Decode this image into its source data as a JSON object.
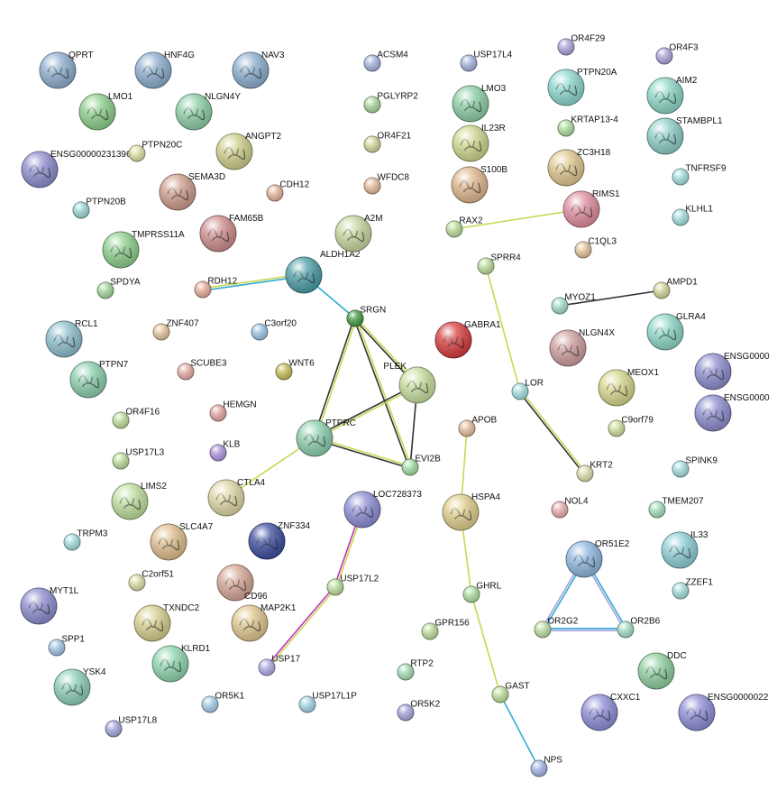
{
  "network": {
    "nodes": [
      {
        "id": "QPRT",
        "label": "QPRT",
        "color": "#8fb0d0",
        "size": "large",
        "structure": true
      },
      {
        "id": "HNF4G",
        "label": "HNF4G",
        "color": "#8fb0d0",
        "size": "large",
        "structure": true
      },
      {
        "id": "NAV3",
        "label": "NAV3",
        "color": "#8fb0d0",
        "size": "large",
        "structure": true
      },
      {
        "id": "LMO1",
        "label": "LMO1",
        "color": "#8fd08f",
        "size": "large",
        "structure": true
      },
      {
        "id": "NLGN4Y",
        "label": "NLGN4Y",
        "color": "#8fd0a8",
        "size": "large",
        "structure": true
      },
      {
        "id": "ENSG00000231396",
        "label": "ENSG00000231396",
        "color": "#8f8fd0",
        "size": "large",
        "structure": true
      },
      {
        "id": "PTPN20C",
        "label": "PTPN20C",
        "color": "#e0e0a8",
        "size": "small",
        "structure": false
      },
      {
        "id": "ANGPT2",
        "label": "ANGPT2",
        "color": "#d0d08f",
        "size": "large",
        "structure": true
      },
      {
        "id": "SEMA3D",
        "label": "SEMA3D",
        "color": "#d09f8f",
        "size": "large",
        "structure": true
      },
      {
        "id": "CDH12",
        "label": "CDH12",
        "color": "#e8b8a0",
        "size": "small",
        "structure": false
      },
      {
        "id": "PTPN20B",
        "label": "PTPN20B",
        "color": "#a0d8d8",
        "size": "small",
        "structure": false
      },
      {
        "id": "FAM65B",
        "label": "FAM65B",
        "color": "#d08f8f",
        "size": "large",
        "structure": true
      },
      {
        "id": "TMPRSS11A",
        "label": "TMPRSS11A",
        "color": "#8fd08f",
        "size": "large",
        "structure": true
      },
      {
        "id": "SPDYA",
        "label": "SPDYA",
        "color": "#a8d8a0",
        "size": "small",
        "structure": false
      },
      {
        "id": "RDH12",
        "label": "RDH12",
        "color": "#e8b0a0",
        "size": "small",
        "structure": false
      },
      {
        "id": "ALDH1A2",
        "label": "ALDH1A2",
        "color": "#4f9fa8",
        "size": "large",
        "structure": true
      },
      {
        "id": "A2M",
        "label": "A2M",
        "color": "#c8d8a0",
        "size": "large",
        "structure": true
      },
      {
        "id": "ACSM4",
        "label": "ACSM4",
        "color": "#a8b8e0",
        "size": "small",
        "structure": false
      },
      {
        "id": "PGLYRP2",
        "label": "PGLYRP2",
        "color": "#b0d8a0",
        "size": "small",
        "structure": false
      },
      {
        "id": "OR4F21",
        "label": "OR4F21",
        "color": "#d8d8a0",
        "size": "small",
        "structure": false
      },
      {
        "id": "WFDC8",
        "label": "WFDC8",
        "color": "#e8c0a0",
        "size": "small",
        "structure": false
      },
      {
        "id": "USP17L4",
        "label": "USP17L4",
        "color": "#a8b8e0",
        "size": "small",
        "structure": false
      },
      {
        "id": "LMO3",
        "label": "LMO3",
        "color": "#8fd0a8",
        "size": "large",
        "structure": true
      },
      {
        "id": "IL23R",
        "label": "IL23R",
        "color": "#d0d88f",
        "size": "large",
        "structure": true
      },
      {
        "id": "S100B",
        "label": "S100B",
        "color": "#e0b890",
        "size": "large",
        "structure": true
      },
      {
        "id": "RAX2",
        "label": "RAX2",
        "color": "#c0e0a0",
        "size": "small",
        "structure": false
      },
      {
        "id": "OR4F29",
        "label": "OR4F29",
        "color": "#b0a8e0",
        "size": "small",
        "structure": false
      },
      {
        "id": "OR4F3",
        "label": "OR4F3",
        "color": "#b0a8e0",
        "size": "small",
        "structure": false
      },
      {
        "id": "PTPN20A",
        "label": "PTPN20A",
        "color": "#90d8d0",
        "size": "large",
        "structure": true
      },
      {
        "id": "AIM2",
        "label": "AIM2",
        "color": "#90d8c8",
        "size": "large",
        "structure": true
      },
      {
        "id": "KRTAP13-4",
        "label": "KRTAP13-4",
        "color": "#b0e0a0",
        "size": "small",
        "structure": false
      },
      {
        "id": "STAMBPL1",
        "label": "STAMBPL1",
        "color": "#90d0c8",
        "size": "large",
        "structure": true
      },
      {
        "id": "ZC3H18",
        "label": "ZC3H18",
        "color": "#e0c890",
        "size": "large",
        "structure": true
      },
      {
        "id": "RIMS1",
        "label": "RIMS1",
        "color": "#e090a0",
        "size": "large",
        "structure": true
      },
      {
        "id": "TNFRSF9",
        "label": "TNFRSF9",
        "color": "#a8e0e0",
        "size": "small",
        "structure": false
      },
      {
        "id": "KLHL1",
        "label": "KLHL1",
        "color": "#a8e0e0",
        "size": "small",
        "structure": false
      },
      {
        "id": "C1QL3",
        "label": "C1QL3",
        "color": "#e8c8a0",
        "size": "small",
        "structure": false
      },
      {
        "id": "SPRR4",
        "label": "SPRR4",
        "color": "#c0e0a0",
        "size": "small",
        "structure": false
      },
      {
        "id": "SRGN",
        "label": "SRGN",
        "color": "#4a9f4a",
        "size": "small",
        "structure": false
      },
      {
        "id": "GABRA1",
        "label": "GABRA1",
        "color": "#d84040",
        "size": "large",
        "structure": true
      },
      {
        "id": "PLEK",
        "label": "PLEK",
        "color": "#c8e0a0",
        "size": "large",
        "structure": true
      },
      {
        "id": "RCL1",
        "label": "RCL1",
        "color": "#8fc0d0",
        "size": "large",
        "structure": true
      },
      {
        "id": "ZNF407",
        "label": "ZNF407",
        "color": "#e8c8a0",
        "size": "small",
        "structure": false
      },
      {
        "id": "C3orf20",
        "label": "C3orf20",
        "color": "#a0c8e8",
        "size": "small",
        "structure": false
      },
      {
        "id": "PTPN7",
        "label": "PTPN7",
        "color": "#8fd0b0",
        "size": "large",
        "structure": true
      },
      {
        "id": "SCUBE3",
        "label": "SCUBE3",
        "color": "#e8b0a8",
        "size": "small",
        "structure": false
      },
      {
        "id": "WNT6",
        "label": "WNT6",
        "color": "#c8c060",
        "size": "small",
        "structure": false
      },
      {
        "id": "MYOZ1",
        "label": "MYOZ1",
        "color": "#a8e0c8",
        "size": "small",
        "structure": false
      },
      {
        "id": "AMPD1",
        "label": "AMPD1",
        "color": "#d8d8a0",
        "size": "small",
        "structure": false
      },
      {
        "id": "NLGN4X",
        "label": "NLGN4X",
        "color": "#d09f9f",
        "size": "large",
        "structure": true
      },
      {
        "id": "GLRA4",
        "label": "GLRA4",
        "color": "#90d8c8",
        "size": "large",
        "structure": true
      },
      {
        "id": "ENSG0000A",
        "label": "ENSG0000",
        "color": "#8f8fd0",
        "size": "large",
        "structure": true
      },
      {
        "id": "ENSG0000B",
        "label": "ENSG0000",
        "color": "#8f8fd0",
        "size": "large",
        "structure": true
      },
      {
        "id": "LOR",
        "label": "LOR",
        "color": "#a8e0e0",
        "size": "small",
        "structure": false
      },
      {
        "id": "MEOX1",
        "label": "MEOX1",
        "color": "#d8d890",
        "size": "large",
        "structure": true
      },
      {
        "id": "C9orf79",
        "label": "C9orf79",
        "color": "#d0e0a0",
        "size": "small",
        "structure": false
      },
      {
        "id": "OR4F16",
        "label": "OR4F16",
        "color": "#c0e0a0",
        "size": "small",
        "structure": false
      },
      {
        "id": "HEMGN",
        "label": "HEMGN",
        "color": "#e8a8a8",
        "size": "small",
        "structure": false
      },
      {
        "id": "PTPRC",
        "label": "PTPRC",
        "color": "#8fd0b0",
        "size": "large",
        "structure": true
      },
      {
        "id": "APOB",
        "label": "APOB",
        "color": "#e8c0a0",
        "size": "small",
        "structure": false
      },
      {
        "id": "KLB",
        "label": "KLB",
        "color": "#b098e0",
        "size": "small",
        "structure": false
      },
      {
        "id": "USP17L3",
        "label": "USP17L3",
        "color": "#c0e0a0",
        "size": "small",
        "structure": false
      },
      {
        "id": "EVI2B",
        "label": "EVI2B",
        "color": "#a8e0a8",
        "size": "small",
        "structure": false
      },
      {
        "id": "KRT2",
        "label": "KRT2",
        "color": "#e0e0b0",
        "size": "small",
        "structure": false
      },
      {
        "id": "SPINK9",
        "label": "SPINK9",
        "color": "#a8e0e0",
        "size": "small",
        "structure": false
      },
      {
        "id": "LIMS2",
        "label": "LIMS2",
        "color": "#c0e0a0",
        "size": "large",
        "structure": true
      },
      {
        "id": "CTLA4",
        "label": "CTLA4",
        "color": "#e0d8a8",
        "size": "large",
        "structure": true
      },
      {
        "id": "LOC728373",
        "label": "LOC728373",
        "color": "#9090d8",
        "size": "large",
        "structure": true
      },
      {
        "id": "HSPA4",
        "label": "HSPA4",
        "color": "#e0d090",
        "size": "large",
        "structure": true
      },
      {
        "id": "NOL4",
        "label": "NOL4",
        "color": "#e8b0b0",
        "size": "small",
        "structure": false
      },
      {
        "id": "TMEM207",
        "label": "TMEM207",
        "color": "#a8e0c0",
        "size": "small",
        "structure": false
      },
      {
        "id": "TRPM3",
        "label": "TRPM3",
        "color": "#a8e0e0",
        "size": "small",
        "structure": false
      },
      {
        "id": "SLC4A7",
        "label": "SLC4A7",
        "color": "#e0c090",
        "size": "large",
        "structure": true
      },
      {
        "id": "ZNF334",
        "label": "ZNF334",
        "color": "#4050a0",
        "size": "large",
        "structure": true
      },
      {
        "id": "OR51E2",
        "label": "OR51E2",
        "color": "#90b8e0",
        "size": "large",
        "structure": true
      },
      {
        "id": "IL33",
        "label": "IL33",
        "color": "#90d0d8",
        "size": "large",
        "structure": true
      },
      {
        "id": "C2orf51",
        "label": "C2orf51",
        "color": "#e0e0a8",
        "size": "small",
        "structure": false
      },
      {
        "id": "CD96",
        "label": "CD96",
        "color": "#d8a898",
        "size": "large",
        "structure": true
      },
      {
        "id": "USP17L2",
        "label": "USP17L2",
        "color": "#c0e0a0",
        "size": "small",
        "structure": false
      },
      {
        "id": "ZZEF1",
        "label": "ZZEF1",
        "color": "#a8e0e0",
        "size": "small",
        "structure": false
      },
      {
        "id": "MYT1L",
        "label": "MYT1L",
        "color": "#8f8fd0",
        "size": "large",
        "structure": true
      },
      {
        "id": "GHRL",
        "label": "GHRL",
        "color": "#b0e0a0",
        "size": "small",
        "structure": false
      },
      {
        "id": "TXNDC2",
        "label": "TXNDC2",
        "color": "#d8d090",
        "size": "large",
        "structure": true
      },
      {
        "id": "MAP2K1",
        "label": "MAP2K1",
        "color": "#e0c890",
        "size": "large",
        "structure": true
      },
      {
        "id": "OR2G2",
        "label": "OR2G2",
        "color": "#c0e0a8",
        "size": "small",
        "structure": false
      },
      {
        "id": "OR2B6",
        "label": "OR2B6",
        "color": "#a8e0c8",
        "size": "small",
        "structure": false
      },
      {
        "id": "GPR156",
        "label": "GPR156",
        "color": "#c0e0a0",
        "size": "small",
        "structure": false
      },
      {
        "id": "SPP1",
        "label": "SPP1",
        "color": "#a8c8e8",
        "size": "small",
        "structure": false
      },
      {
        "id": "KLRD1",
        "label": "KLRD1",
        "color": "#90d8b0",
        "size": "large",
        "structure": true
      },
      {
        "id": "USP17",
        "label": "USP17",
        "color": "#b0b0e8",
        "size": "small",
        "structure": false
      },
      {
        "id": "DDC",
        "label": "DDC",
        "color": "#90d0a0",
        "size": "large",
        "structure": true
      },
      {
        "id": "RTP2",
        "label": "RTP2",
        "color": "#a8e0b8",
        "size": "small",
        "structure": false
      },
      {
        "id": "YSK4",
        "label": "YSK4",
        "color": "#8fd0b8",
        "size": "large",
        "structure": true
      },
      {
        "id": "OR5K1",
        "label": "OR5K1",
        "color": "#a8d0e8",
        "size": "small",
        "structure": false
      },
      {
        "id": "USP17L1P",
        "label": "USP17L1P",
        "color": "#a8d8e8",
        "size": "small",
        "structure": false
      },
      {
        "id": "GAST",
        "label": "GAST",
        "color": "#c0e0a0",
        "size": "small",
        "structure": false
      },
      {
        "id": "CXXC1",
        "label": "CXXC1",
        "color": "#9090d8",
        "size": "large",
        "structure": true
      },
      {
        "id": "ENSG0000022",
        "label": "ENSG0000022",
        "color": "#9090d8",
        "size": "large",
        "structure": true
      },
      {
        "id": "OR5K2",
        "label": "OR5K2",
        "color": "#a8a8e0",
        "size": "small",
        "structure": false
      },
      {
        "id": "USP17L8",
        "label": "USP17L8",
        "color": "#a8a8e0",
        "size": "small",
        "structure": false
      },
      {
        "id": "NPS",
        "label": "NPS",
        "color": "#a8b8e8",
        "size": "small",
        "structure": false
      }
    ],
    "edges": [
      {
        "source": "RDH12",
        "target": "ALDH1A2",
        "colors": [
          "#c8d850",
          "#30a8d0"
        ]
      },
      {
        "source": "ALDH1A2",
        "target": "SRGN",
        "colors": [
          "#30a8d0"
        ]
      },
      {
        "source": "SRGN",
        "target": "PLEK",
        "colors": [
          "#c8d850",
          "#333333"
        ]
      },
      {
        "source": "SRGN",
        "target": "PTPRC",
        "colors": [
          "#c8d850",
          "#333333"
        ]
      },
      {
        "source": "SRGN",
        "target": "EVI2B",
        "colors": [
          "#c8d850",
          "#333333"
        ]
      },
      {
        "source": "PLEK",
        "target": "PTPRC",
        "colors": [
          "#c8d850",
          "#333333"
        ]
      },
      {
        "source": "PLEK",
        "target": "EVI2B",
        "colors": [
          "#333333"
        ]
      },
      {
        "source": "PTPRC",
        "target": "EVI2B",
        "colors": [
          "#c8d850",
          "#333333"
        ]
      },
      {
        "source": "PTPRC",
        "target": "CTLA4",
        "colors": [
          "#c8d850"
        ]
      },
      {
        "source": "RAX2",
        "target": "RIMS1",
        "colors": [
          "#c8d850"
        ]
      },
      {
        "source": "SPRR4",
        "target": "LOR",
        "colors": [
          "#c8d850"
        ]
      },
      {
        "source": "LOR",
        "target": "KRT2",
        "colors": [
          "#c8d850",
          "#333333"
        ]
      },
      {
        "source": "MYOZ1",
        "target": "AMPD1",
        "colors": [
          "#333333"
        ]
      },
      {
        "source": "APOB",
        "target": "HSPA4",
        "colors": [
          "#c8d850"
        ]
      },
      {
        "source": "HSPA4",
        "target": "GHRL",
        "colors": [
          "#c8d850"
        ]
      },
      {
        "source": "GHRL",
        "target": "GAST",
        "colors": [
          "#c8d850"
        ]
      },
      {
        "source": "GAST",
        "target": "NPS",
        "colors": [
          "#30b0d0"
        ]
      },
      {
        "source": "LOC728373",
        "target": "USP17L2",
        "colors": [
          "#c8d850",
          "#c030c0"
        ]
      },
      {
        "source": "USP17L2",
        "target": "USP17",
        "colors": [
          "#c8d850",
          "#c030c0"
        ]
      },
      {
        "source": "OR51E2",
        "target": "OR2G2",
        "colors": [
          "#30a8d0",
          "#a0a0e0"
        ]
      },
      {
        "source": "OR51E2",
        "target": "OR2B6",
        "colors": [
          "#30a8d0",
          "#a0a0e0"
        ]
      },
      {
        "source": "OR2G2",
        "target": "OR2B6",
        "colors": [
          "#30a8d0",
          "#a0a0e0"
        ]
      }
    ]
  }
}
